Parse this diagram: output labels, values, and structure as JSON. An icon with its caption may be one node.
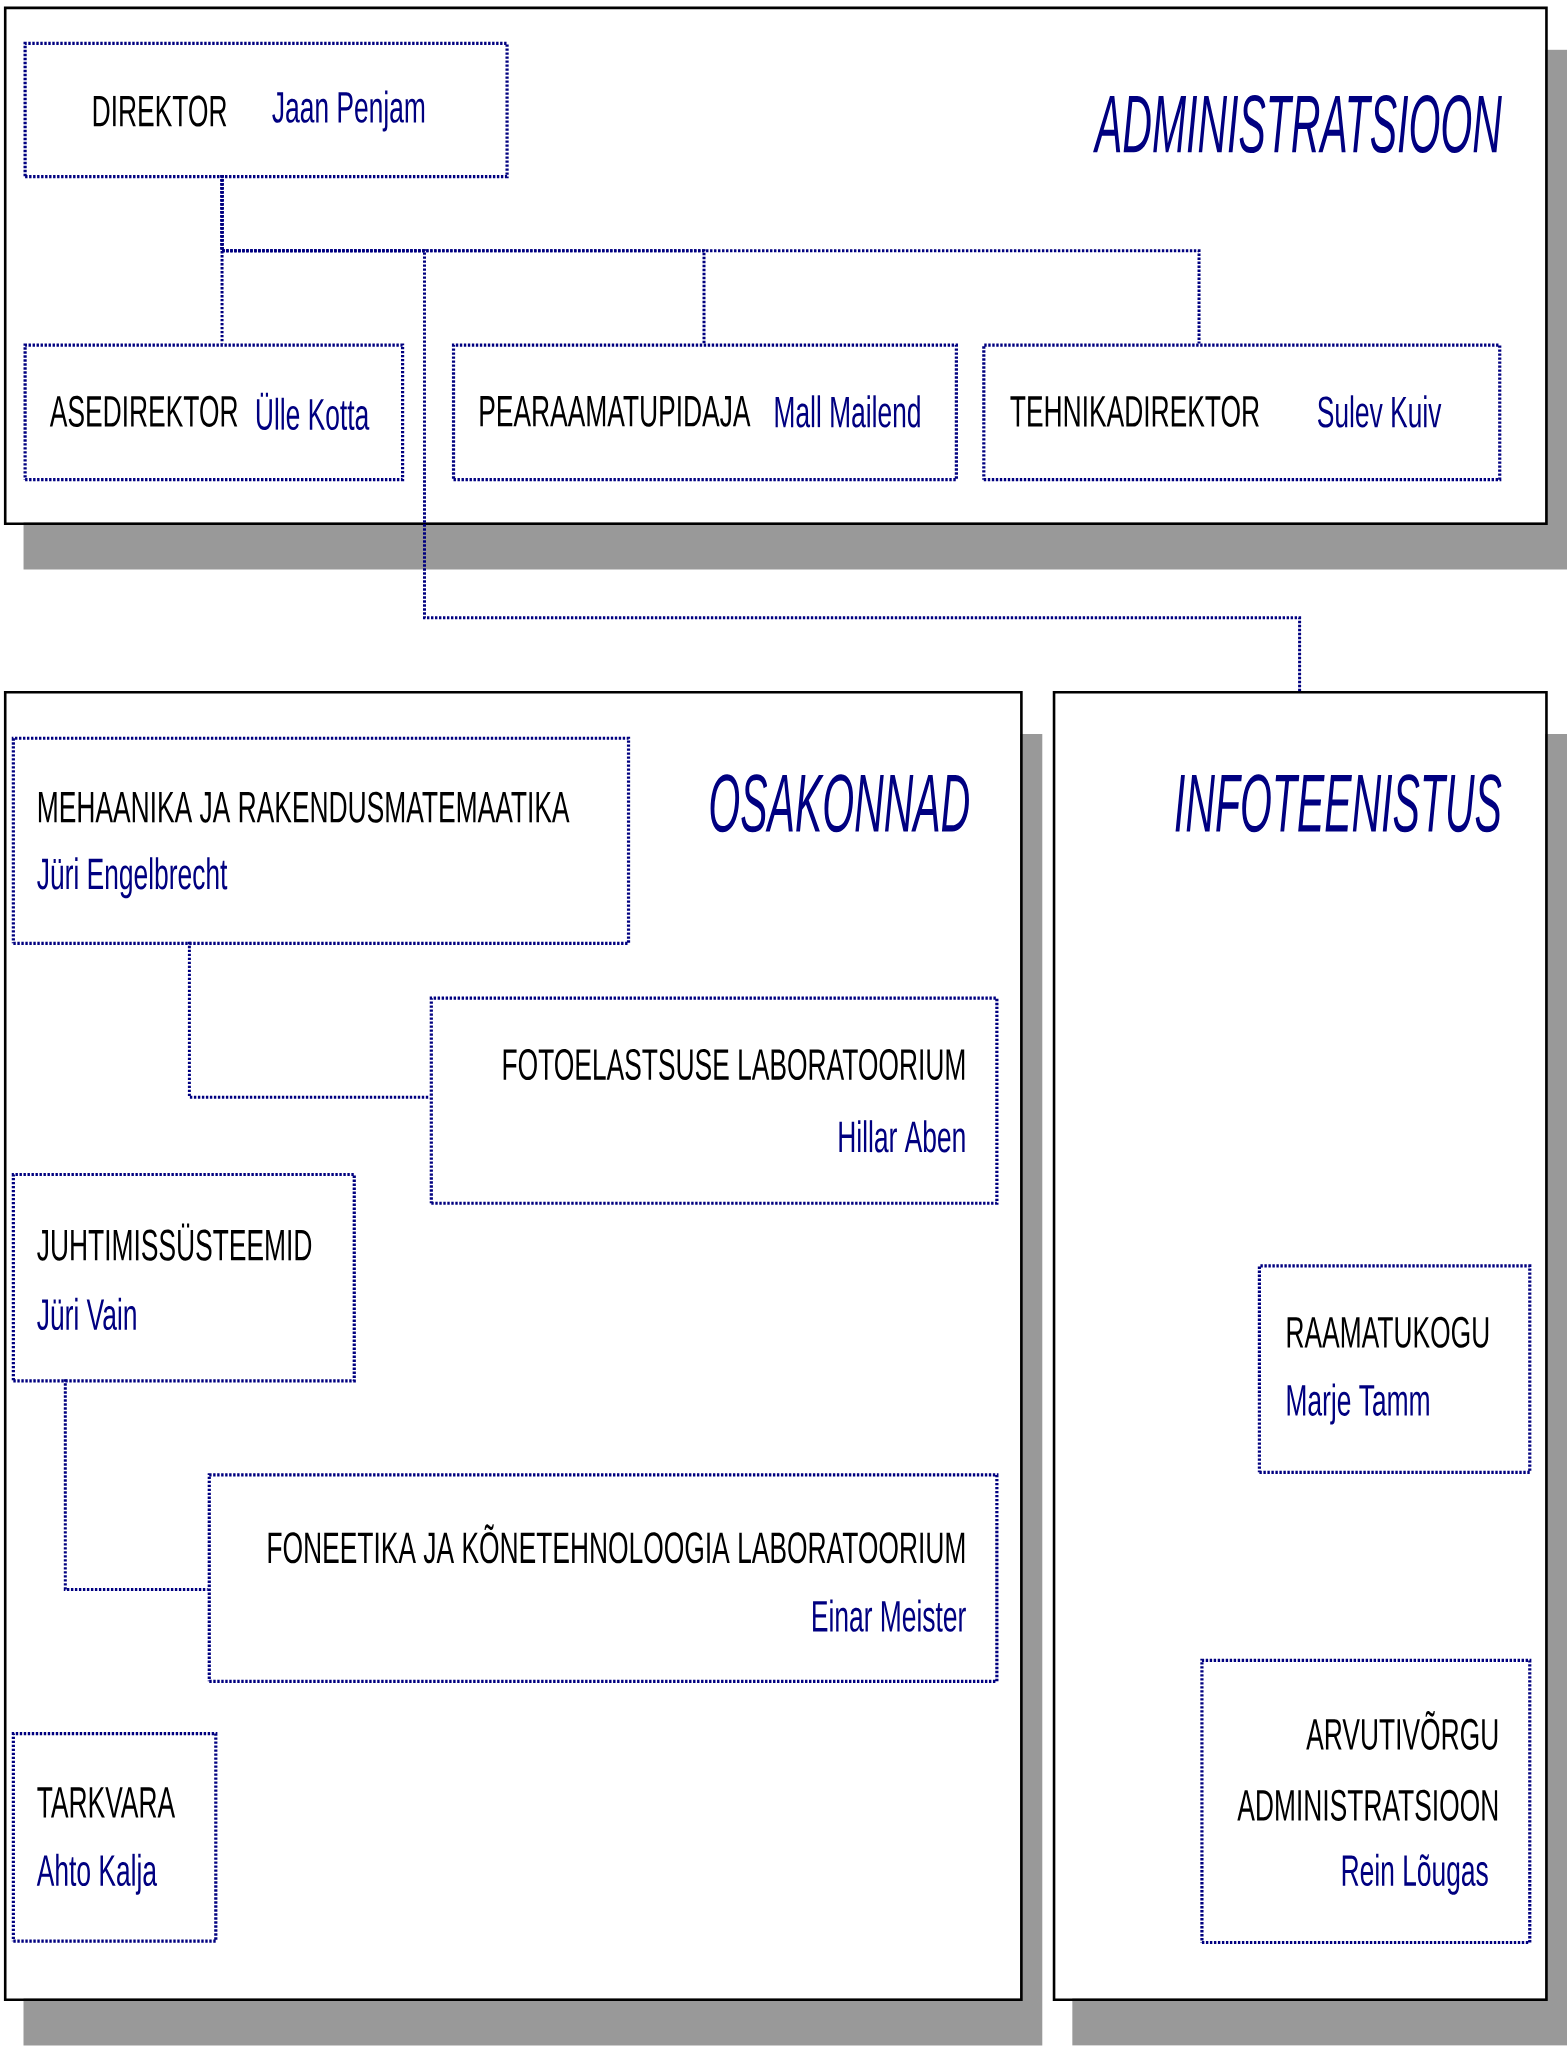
{
  "diagram": {
    "nodes": [
      {
        "text": [
          "ADMINISTRATSIOON"
        ]
      },
      {
        "text": [
          "DIREKTOR",
          "Jaan Penjam"
        ],
        "in": 0
      },
      {
        "text": [
          "ASEDIREKTOR",
          "Ülle Kotta"
        ],
        "in": 0
      },
      {
        "text": [
          "PEARAAMATUPIDAJA",
          "Mall Mailend"
        ],
        "in": 0
      },
      {
        "text": [
          "TEHNIKADIREKTOR",
          "Sulev Kuiv"
        ],
        "in": 0
      },
      {
        "text": [
          "OSAKONNAD"
        ]
      },
      {
        "text": [
          "MEHAANIKA JA RAKENDUSMATEMAATIKA",
          "Jüri Engelbrecht"
        ],
        "in": 5
      },
      {
        "text": [
          "FOTOELASTSUSE LABORATOORIUM",
          "Hillar Aben"
        ],
        "in": 5
      },
      {
        "text": [
          "JUHTIMISSÜSTEEMID",
          "Jüri Vain"
        ],
        "in": 5
      },
      {
        "text": [
          "FONEETIKA JA KÕNETEHNOLOOGIA LABORATOORIUM",
          "Einar Meister"
        ],
        "in": 5
      },
      {
        "text": [
          "TARKVARA",
          "Ahto Kalja"
        ],
        "in": 5
      },
      {
        "text": [
          "INFOTEENISTUS"
        ]
      },
      {
        "text": [
          "RAAMATUKOGU",
          "Marje Tamm"
        ],
        "in": 11
      },
      {
        "text": [
          "ARVUTIVÕRGU ADMINISTRATSIOON",
          "Rein Lõugas"
        ],
        "in": 11
      }
    ],
    "edges": [
      {
        "from": 1,
        "to": 2,
        "arrow": "none"
      },
      {
        "from": 1,
        "to": 3,
        "arrow": "none"
      },
      {
        "from": 1,
        "to": 4,
        "arrow": "none"
      },
      {
        "from": 1,
        "to": 11,
        "arrow": "none"
      },
      {
        "from": 6,
        "to": 7,
        "arrow": "none"
      },
      {
        "from": 8,
        "to": 9,
        "arrow": "none"
      }
    ]
  }
}
